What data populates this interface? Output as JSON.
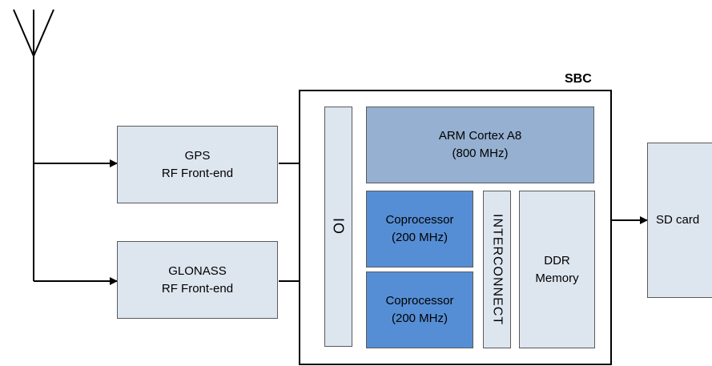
{
  "diagram": {
    "sbc_label": "SBC",
    "gps": {
      "line1": "GPS",
      "line2": "RF Front-end"
    },
    "glonass": {
      "line1": "GLONASS",
      "line2": "RF Front-end"
    },
    "io": "IO",
    "arm": {
      "line1": "ARM Cortex A8",
      "line2": "(800 MHz)"
    },
    "coproc1": {
      "line1": "Coprocessor",
      "line2": "(200 MHz)"
    },
    "coproc2": {
      "line1": "Coprocessor",
      "line2": "(200 MHz)"
    },
    "interconnect": "INTERCONNECT",
    "ddr": {
      "line1": "DDR",
      "line2": "Memory"
    },
    "sdcard": "SD card"
  }
}
